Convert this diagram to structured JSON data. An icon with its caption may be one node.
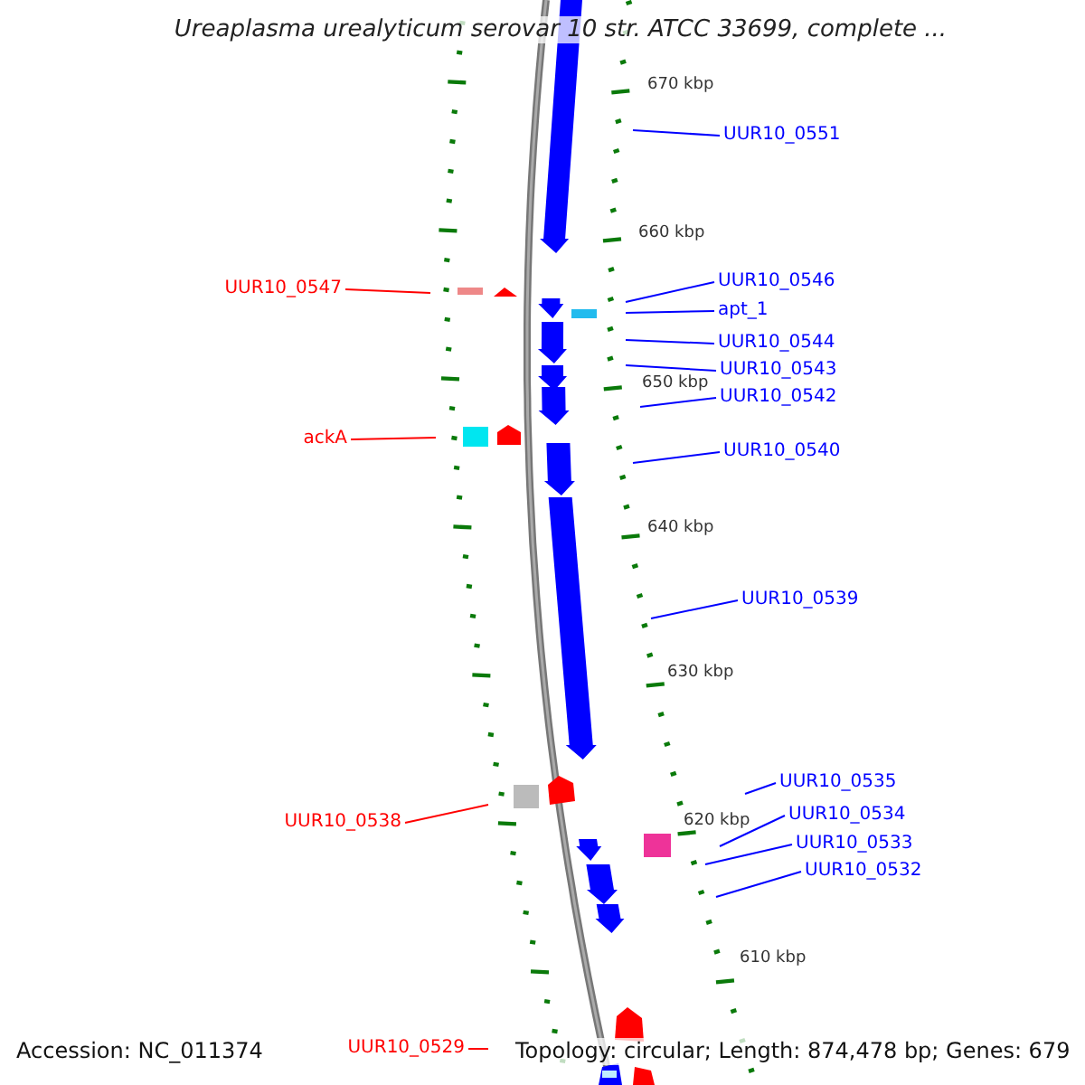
{
  "diagram": {
    "title": "Ureaplasma urealyticum serovar 10 str. ATCC 33699, complete ...",
    "nodes": [
      {
        "text": [
          "UUR10_0551"
        ]
      },
      {
        "text": [
          "UUR10_0547"
        ]
      },
      {
        "text": [
          "UUR10_0546"
        ]
      },
      {
        "text": [
          "apt_1"
        ]
      },
      {
        "text": [
          "UUR10_0544"
        ]
      },
      {
        "text": [
          "UUR10_0543"
        ]
      },
      {
        "text": [
          "UUR10_0542"
        ]
      },
      {
        "text": [
          "ackA"
        ]
      },
      {
        "text": [
          "UUR10_0540"
        ]
      },
      {
        "text": [
          "UUR10_0539"
        ]
      },
      {
        "text": [
          "UUR10_0538"
        ]
      },
      {
        "text": [
          "UUR10_0535"
        ]
      },
      {
        "text": [
          "UUR10_0534"
        ]
      },
      {
        "text": [
          "UUR10_0533"
        ]
      },
      {
        "text": [
          "UUR10_0532"
        ]
      },
      {
        "text": [
          "UUR10_0529"
        ]
      }
    ],
    "edges": [
      {
        "from": 0,
        "to": null,
        "arrow": "none"
      },
      {
        "from": 1,
        "to": null,
        "arrow": "none",
        "color": "#ff0000"
      },
      {
        "from": 2,
        "to": null,
        "arrow": "none"
      },
      {
        "from": 3,
        "to": null,
        "arrow": "none"
      },
      {
        "from": 4,
        "to": null,
        "arrow": "none"
      },
      {
        "from": 5,
        "to": null,
        "arrow": "none"
      },
      {
        "from": 6,
        "to": null,
        "arrow": "none"
      },
      {
        "from": 7,
        "to": null,
        "arrow": "none",
        "color": "#ff0000"
      },
      {
        "from": 8,
        "to": null,
        "arrow": "none"
      },
      {
        "from": 9,
        "to": null,
        "arrow": "none"
      },
      {
        "from": 10,
        "to": null,
        "arrow": "none",
        "color": "#ff0000"
      },
      {
        "from": 11,
        "to": null,
        "arrow": "none"
      },
      {
        "from": 12,
        "to": null,
        "arrow": "none"
      },
      {
        "from": 13,
        "to": null,
        "arrow": "none"
      },
      {
        "from": 14,
        "to": null,
        "arrow": "none"
      },
      {
        "from": 15,
        "to": null,
        "arrow": "none",
        "color": "#ff0000"
      }
    ],
    "labels": [
      "670 kbp",
      "660 kbp",
      "650 kbp",
      "640 kbp",
      "630 kbp",
      "620 kbp",
      "610 kbp",
      "Accession: NC_011374",
      "Topology: circular; Length: 874,478 bp; Genes: 679"
    ]
  }
}
